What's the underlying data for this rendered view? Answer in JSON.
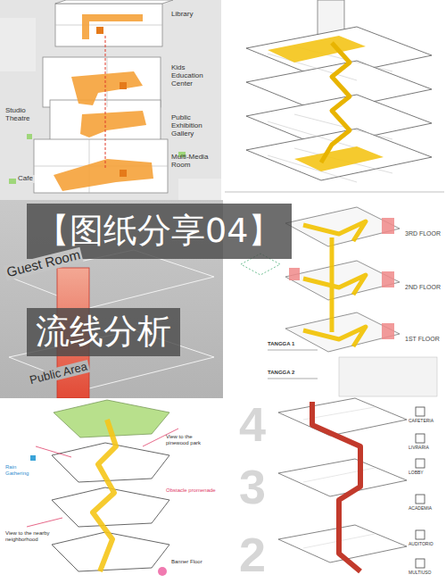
{
  "diagram": {
    "nodes": [
      {
        "text": [
          "【图纸分享04】"
        ]
      },
      {
        "text": [
          "流线分析"
        ]
      }
    ],
    "labels": [
      "Library",
      "Kids Education Center",
      "Studio Theatre",
      "Public Exhibition Gallery",
      "Multi-Media Room",
      "Cafe",
      "Guest Room",
      "Public Area",
      "3RD FLOOR",
      "2ND FLOOR",
      "1ST FLOOR",
      "TANGGA 1",
      "TANGGA 2",
      "Rain Gathering",
      "View to the pinewood park",
      "Obstacle promenade",
      "View to the nearby neighborhood",
      "Banner Floor",
      "4",
      "3",
      "2",
      "CAFETERIA",
      "LIVRARIA",
      "LOBBY",
      "ACADEMIA",
      "AUDITORIO",
      "MULTIUSO"
    ]
  }
}
